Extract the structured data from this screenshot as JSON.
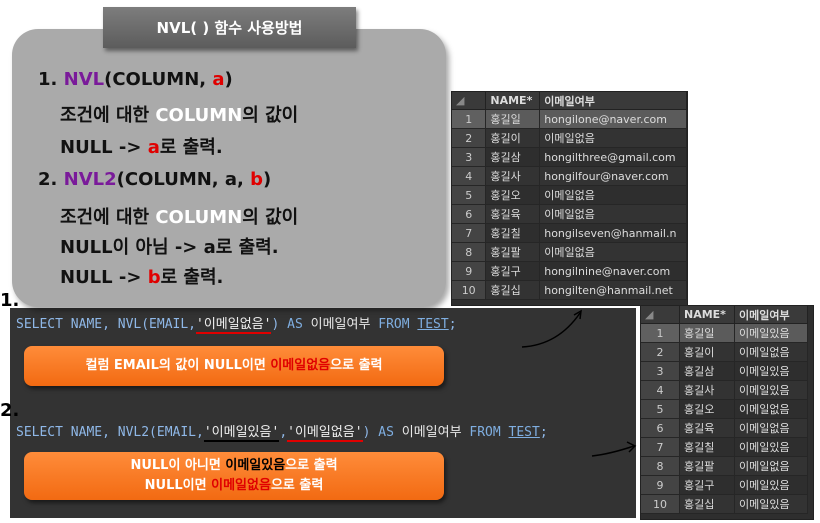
{
  "title": "NVL( ) 함수 사용방법",
  "explain": {
    "l1_num": "1. ",
    "l1_fn": "NVL",
    "l1_rest": "(COLUMN, ",
    "l1_a": "a",
    "l1_close": ")",
    "l2_pre": "조건에 대한 ",
    "l2_col": "COLUMN",
    "l2_post": "의 값이",
    "l3_pre": "NULL -> ",
    "l3_a": "a",
    "l3_post": "로 출력.",
    "l4_num": "2. ",
    "l4_fn": "NVL2",
    "l4_rest": "(COLUMN, a, ",
    "l4_b": "b",
    "l4_close": ")",
    "l5_pre": "조건에 대한 ",
    "l5_col": "COLUMN",
    "l5_post": "의 값이",
    "l6": "NULL이 아님 -> a로 출력.",
    "l7_pre": "NULL -> ",
    "l7_b": "b",
    "l7_post": "로 출력."
  },
  "sql1": {
    "step": "1.",
    "select": "SELECT NAME, NVL(EMAIL,",
    "str1": "'이메일없음'",
    "close": ")",
    "as": " AS ",
    "alias": "이메일여부",
    "from": " FROM ",
    "table": "TEST",
    "semi": ";"
  },
  "note1": {
    "pre": "컬럼 EMAIL의 값이 NULL이면 ",
    "red": "이메일없음",
    "post": "으로 출력"
  },
  "sql2": {
    "step": "2.",
    "select": "SELECT NAME, NVL2(EMAIL,",
    "str1": "'이메일있음'",
    "comma": ",",
    "str2": "'이메일없음'",
    "close": ")",
    "as": " AS ",
    "alias": "이메일여부",
    "from": " FROM ",
    "table": "TEST",
    "semi": ";"
  },
  "note2": {
    "l1_pre": "NULL이 아니면 ",
    "l1_black": "이메일있음",
    "l1_post": "으로 출력",
    "l2_pre": "NULL이면 ",
    "l2_red": "이메일없음",
    "l2_post": "으로 출력"
  },
  "grid1": {
    "headers": [
      "",
      "NAME*",
      "이메일여부"
    ],
    "rows": [
      [
        "1",
        "홍길일",
        "hongilone@naver.com"
      ],
      [
        "2",
        "홍길이",
        "이메일없음"
      ],
      [
        "3",
        "홍길삼",
        "hongilthree@gmail.com"
      ],
      [
        "4",
        "홍길사",
        "hongilfour@naver.com"
      ],
      [
        "5",
        "홍길오",
        "이메일없음"
      ],
      [
        "6",
        "홍길육",
        "이메일없음"
      ],
      [
        "7",
        "홍길칠",
        "hongilseven@hanmail.n"
      ],
      [
        "8",
        "홍길팔",
        "이메일없음"
      ],
      [
        "9",
        "홍길구",
        "hongilnine@naver.com"
      ],
      [
        "10",
        "홍길십",
        "hongilten@hanmail.net"
      ]
    ]
  },
  "grid2": {
    "headers": [
      "",
      "NAME*",
      "이메일여부"
    ],
    "rows": [
      [
        "1",
        "홍길일",
        "이메일있음"
      ],
      [
        "2",
        "홍길이",
        "이메일없음"
      ],
      [
        "3",
        "홍길삼",
        "이메일있음"
      ],
      [
        "4",
        "홍길사",
        "이메일있음"
      ],
      [
        "5",
        "홍길오",
        "이메일없음"
      ],
      [
        "6",
        "홍길육",
        "이메일없음"
      ],
      [
        "7",
        "홍길칠",
        "이메일있음"
      ],
      [
        "8",
        "홍길팔",
        "이메일없음"
      ],
      [
        "9",
        "홍길구",
        "이메일있음"
      ],
      [
        "10",
        "홍길십",
        "이메일있음"
      ]
    ]
  }
}
